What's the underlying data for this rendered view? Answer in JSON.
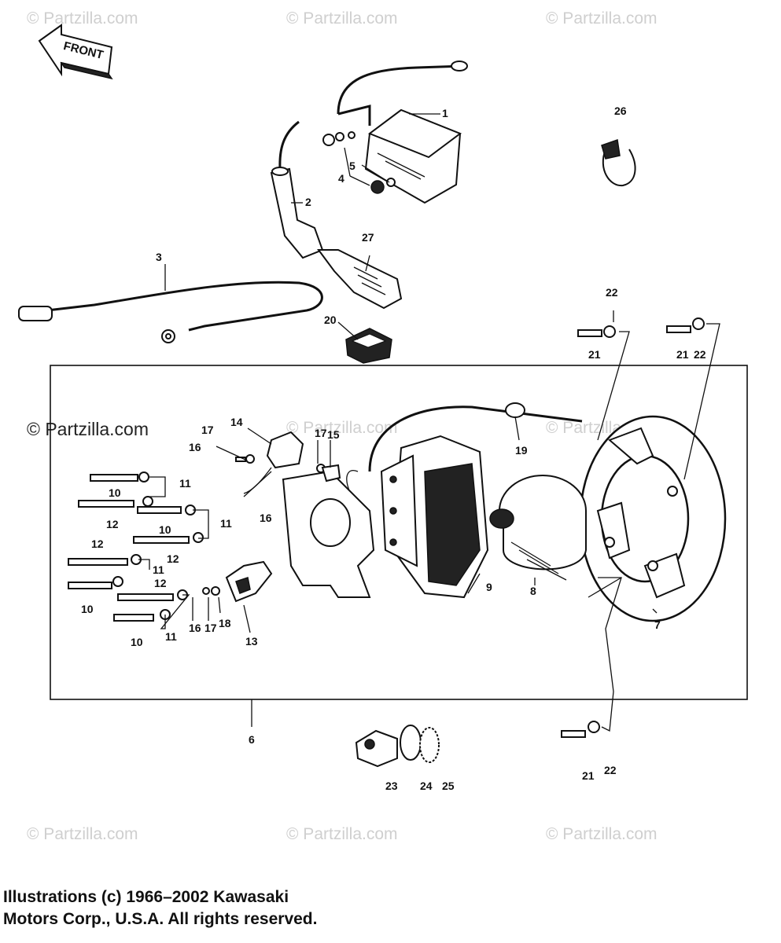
{
  "watermarks": {
    "top": [
      "© Partzilla.com",
      "© Partzilla.com",
      "© Partzilla.com"
    ],
    "middle": [
      "© Partzilla.com",
      "© Partzilla.com",
      "© Partzilla.com"
    ],
    "bottom": [
      "© Partzilla.com",
      "© Partzilla.com",
      "© Partzilla.com"
    ]
  },
  "front_label": "FRONT",
  "parts": {
    "p1": "1",
    "p2": "2",
    "p3": "3",
    "p4": "4",
    "p5": "5",
    "p6": "6",
    "p7": "7",
    "p8": "8",
    "p9": "9",
    "p10": "10",
    "p11": "11",
    "p12": "12",
    "p13": "13",
    "p14": "14",
    "p15": "15",
    "p16": "16",
    "p17": "17",
    "p18": "18",
    "p19": "19",
    "p20": "20",
    "p21": "21",
    "p22": "22",
    "p23": "23",
    "p24": "24",
    "p25": "25",
    "p26": "26",
    "p27": "27"
  },
  "copyright": {
    "line1": "Illustrations (c) 1966–2002 Kawasaki",
    "line2": "Motors Corp., U.S.A.  All rights reserved."
  }
}
